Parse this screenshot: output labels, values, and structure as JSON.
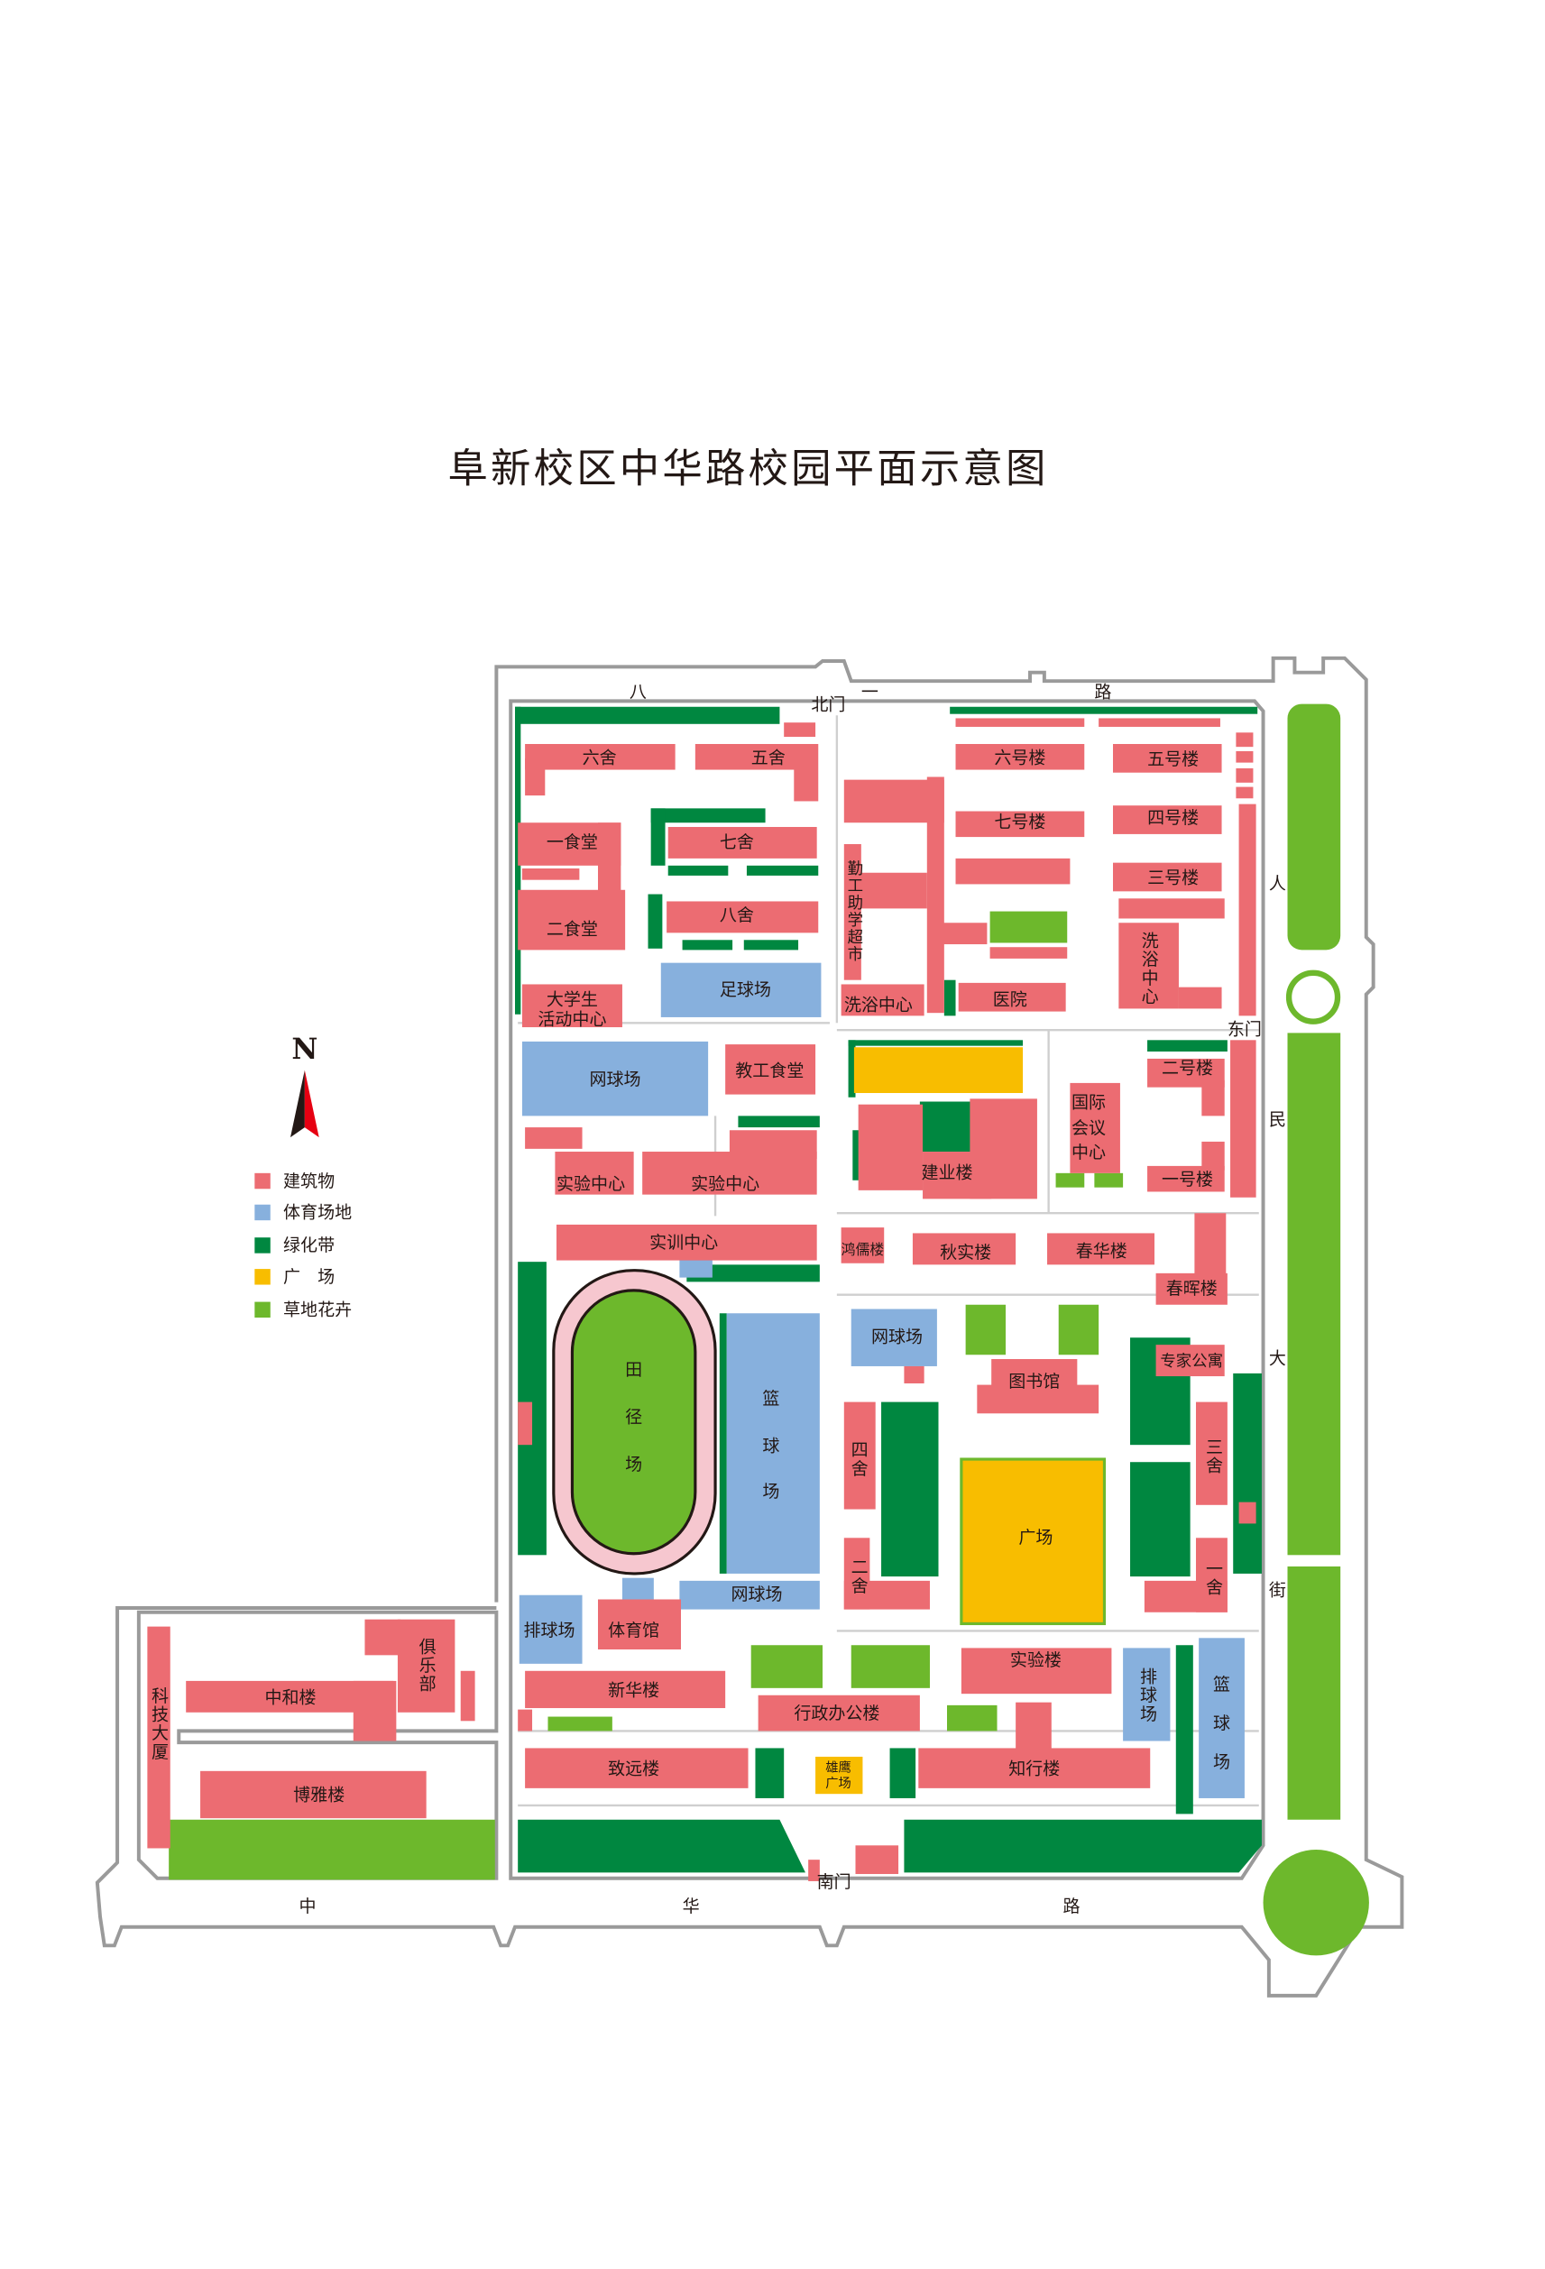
{
  "title": "阜新校区中华路校园平面示意图",
  "compass": {
    "label": "N"
  },
  "legend": [
    {
      "label": "建筑物",
      "color": "#ec6c72"
    },
    {
      "label": "体育场地",
      "color": "#87b0dd"
    },
    {
      "label": "绿化带",
      "color": "#008740"
    },
    {
      "label": "广　场",
      "color": "#f8bd00"
    },
    {
      "label": "草地花卉",
      "color": "#6db82c"
    }
  ],
  "roads": {
    "north": [
      "八",
      "一",
      "路"
    ],
    "south": [
      "中",
      "华",
      "路"
    ],
    "east": [
      "人",
      "民",
      "大",
      "街"
    ]
  },
  "gates": {
    "north": "北门",
    "east": "东门",
    "south": "南门"
  },
  "buildings": {
    "liushe": "六舍",
    "wushe": "五舍",
    "liuhaolou": "六号楼",
    "wuhaolou": "五号楼",
    "yishitang": "一食堂",
    "qishe": "七舍",
    "qihaolou": "七号楼",
    "sihaolou": "四号楼",
    "ershitang": "二食堂",
    "bashe": "八舍",
    "qingong": "勤工助学超市",
    "sanhaolou": "三号楼",
    "huodong1": "大学生",
    "huodong2": "活动中心",
    "xiyu1": "洗浴中心",
    "yiyuan": "医院",
    "xiyu2": "洗浴中心",
    "jiaogong": "教工食堂",
    "guoji1": "国际",
    "guoji2": "会议",
    "guoji3": "中心",
    "erhaolou": "二号楼",
    "shiyan1": "实验中心",
    "shiyan2": "实验中心",
    "jianye": "建业楼",
    "yihaolou": "一号楼",
    "shixun": "实训中心",
    "hongru": "鸿儒楼",
    "qiushi": "秋实楼",
    "chunhua": "春华楼",
    "chunhui": "春晖楼",
    "tushuguan": "图书馆",
    "zhuanjia": "专家公寓",
    "sishe": "四舍",
    "ershe": "二舍",
    "sanshe": "三舍",
    "yishe": "一舍",
    "tiyuguan": "体育馆",
    "xinhua": "新华楼",
    "xingzheng": "行政办公楼",
    "shiyanlou": "实验楼",
    "zhiyuan": "致远楼",
    "zhixing": "知行楼",
    "keji": "科技大厦",
    "zhonghe": "中和楼",
    "julebu": "俱乐部",
    "boya": "博雅楼"
  },
  "sports": {
    "zuqiu": "足球场",
    "wangqiu1": "网球场",
    "wangqiu2": "网球场",
    "wangqiu3": "网球场",
    "tianjing": [
      "田",
      "径",
      "场"
    ],
    "lanqiu1": [
      "篮",
      "球",
      "场"
    ],
    "lanqiu2": [
      "篮",
      "球",
      "场"
    ],
    "paiqiu1": "排球场",
    "paiqiu2": "排球场"
  },
  "plazas": {
    "guangchang": "广场",
    "xiongying1": "雄鹰",
    "xiongying2": "广场"
  }
}
